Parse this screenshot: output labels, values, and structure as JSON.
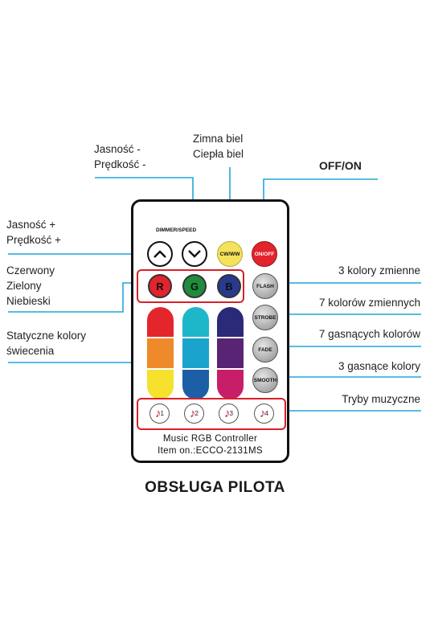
{
  "labels": {
    "dimmer_minus": "Jasność -\nPrędkość -",
    "cw_ww": "Zimna biel\nCiepła biel",
    "off_on": "OFF/ON",
    "dimmer_plus": "Jasność +\nPrędkość +",
    "rgb": "Czerwony\nZielony\nNiebieski",
    "static": "Statyczne kolory\nświecenia",
    "flash": "3 kolory zmienne",
    "strobe": "7 kolorów zmiennych",
    "fade": "7 gasnących kolorów",
    "smooth": "3 gasnące kolory",
    "music": "Tryby muzyczne"
  },
  "remote": {
    "dimmer_speed": "DIMMER/SPEED",
    "cw_ww": "CW/WW",
    "on_off": "ON/OFF",
    "r": "R",
    "g": "G",
    "b": "B",
    "flash": "FLASH",
    "strobe": "STROBE",
    "fade": "FADE",
    "smooth": "SMOOTH",
    "music_numbers": [
      "1",
      "2",
      "3",
      "4"
    ],
    "note_glyph": "♪",
    "model_line1": "Music RGB Controller",
    "model_line2": "Item on.:ECCO-2131MS"
  },
  "title": "OBSŁUGA PILOTA",
  "colors": {
    "line": "#1fa6dc",
    "frame": "#d8202a",
    "red_btn": "#e2242c",
    "green_btn": "#1f8c3b",
    "blue_btn": "#283a8e",
    "cw_ww_btn": "#f3e25a",
    "on_off_btn": "#e2242c",
    "column_1": [
      "#e3262b",
      "#ef8a2a",
      "#f6e12d"
    ],
    "column_2": [
      "#1eb7c9",
      "#1aa3cc",
      "#1c5fa6"
    ],
    "column_3": [
      "#2b2a78",
      "#5a2474",
      "#c81e6a"
    ]
  }
}
